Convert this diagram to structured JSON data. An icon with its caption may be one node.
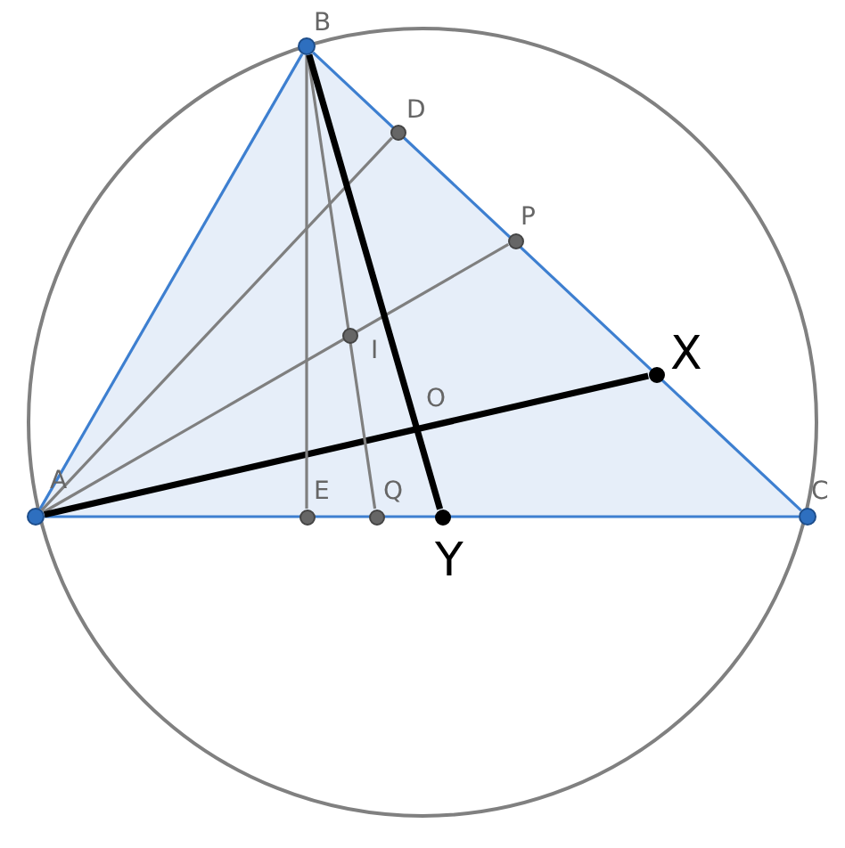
{
  "diagram": {
    "nodes": [
      {
        "text": [
          "B"
        ]
      },
      {
        "text": [
          "D"
        ]
      },
      {
        "text": [
          "P"
        ]
      },
      {
        "text": [
          "X"
        ]
      },
      {
        "text": [
          "I"
        ]
      },
      {
        "text": [
          "O"
        ]
      },
      {
        "text": [
          "A"
        ]
      },
      {
        "text": [
          "E"
        ]
      },
      {
        "text": [
          "Q"
        ]
      },
      {
        "text": [
          "Y"
        ]
      },
      {
        "text": [
          "C"
        ]
      }
    ],
    "edges": [
      {
        "from": 6,
        "to": 0,
        "arrow": "none",
        "color": "#3d7fd0"
      },
      {
        "from": 0,
        "to": 10,
        "arrow": "none",
        "color": "#3d7fd0"
      },
      {
        "from": 6,
        "to": 10,
        "arrow": "none",
        "color": "#3d7fd0"
      },
      {
        "from": 6,
        "to": 1,
        "arrow": "none"
      },
      {
        "from": 6,
        "to": 2,
        "arrow": "none"
      },
      {
        "from": 6,
        "to": 3,
        "arrow": "none",
        "style": "thick",
        "color": "#000000"
      },
      {
        "from": 0,
        "to": 7,
        "arrow": "none"
      },
      {
        "from": 0,
        "to": 8,
        "arrow": "none"
      },
      {
        "from": 0,
        "to": 9,
        "arrow": "none",
        "style": "thick",
        "color": "#000000"
      }
    ]
  }
}
